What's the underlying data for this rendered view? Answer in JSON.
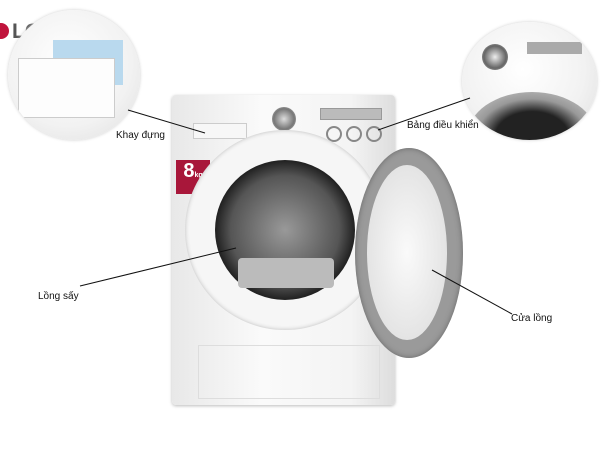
{
  "brand": {
    "logo_text": "LG",
    "accent_color": "#c0143c"
  },
  "badge": {
    "capacity_number": "8",
    "capacity_unit": "kg",
    "color": "#a8173a"
  },
  "labels": {
    "tray": "Khay đựng",
    "control_panel": "Bảng điều khiển",
    "drum": "Lồng sấy",
    "door": "Cửa lồng"
  }
}
